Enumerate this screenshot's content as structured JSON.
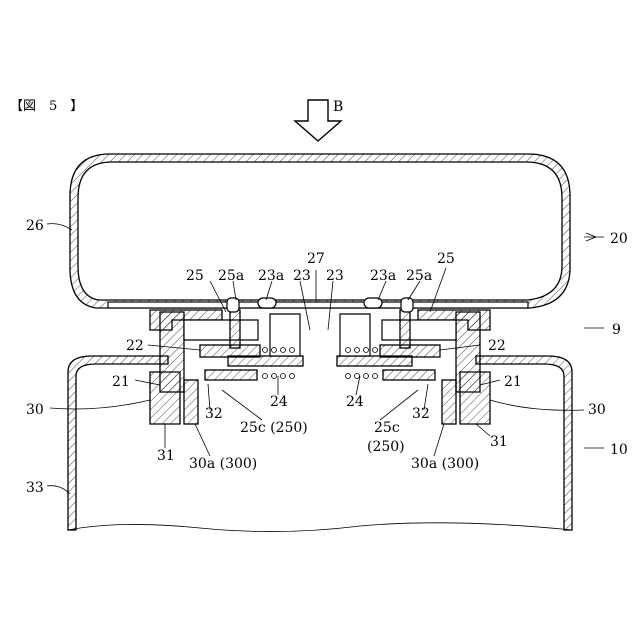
{
  "figure": {
    "title": "【図　5　】",
    "arrow_label": "B"
  },
  "labels": {
    "l26": "26",
    "l20": "20",
    "l27": "27",
    "l25_left": "25",
    "l25a_left": "25a",
    "l23a_left": "23a",
    "l23_left": "23",
    "l23_right": "23",
    "l23a_right": "23a",
    "l25a_right": "25a",
    "l25_right": "25",
    "l9": "9",
    "l22_left": "22",
    "l22_right": "22",
    "l21_left": "21",
    "l21_right": "21",
    "l30_left": "30",
    "l30_right": "30",
    "l32_left": "32",
    "l32_right": "32",
    "l24_left": "24",
    "l24_right": "24",
    "l25c_left": "25c (250)",
    "l25c_right": "25c",
    "l250_right": "(250)",
    "l31_left": "31",
    "l31_right": "31",
    "l30a_left": "30a (300)",
    "l30a_right": "30a (300)",
    "l10": "10",
    "l33": "33"
  }
}
